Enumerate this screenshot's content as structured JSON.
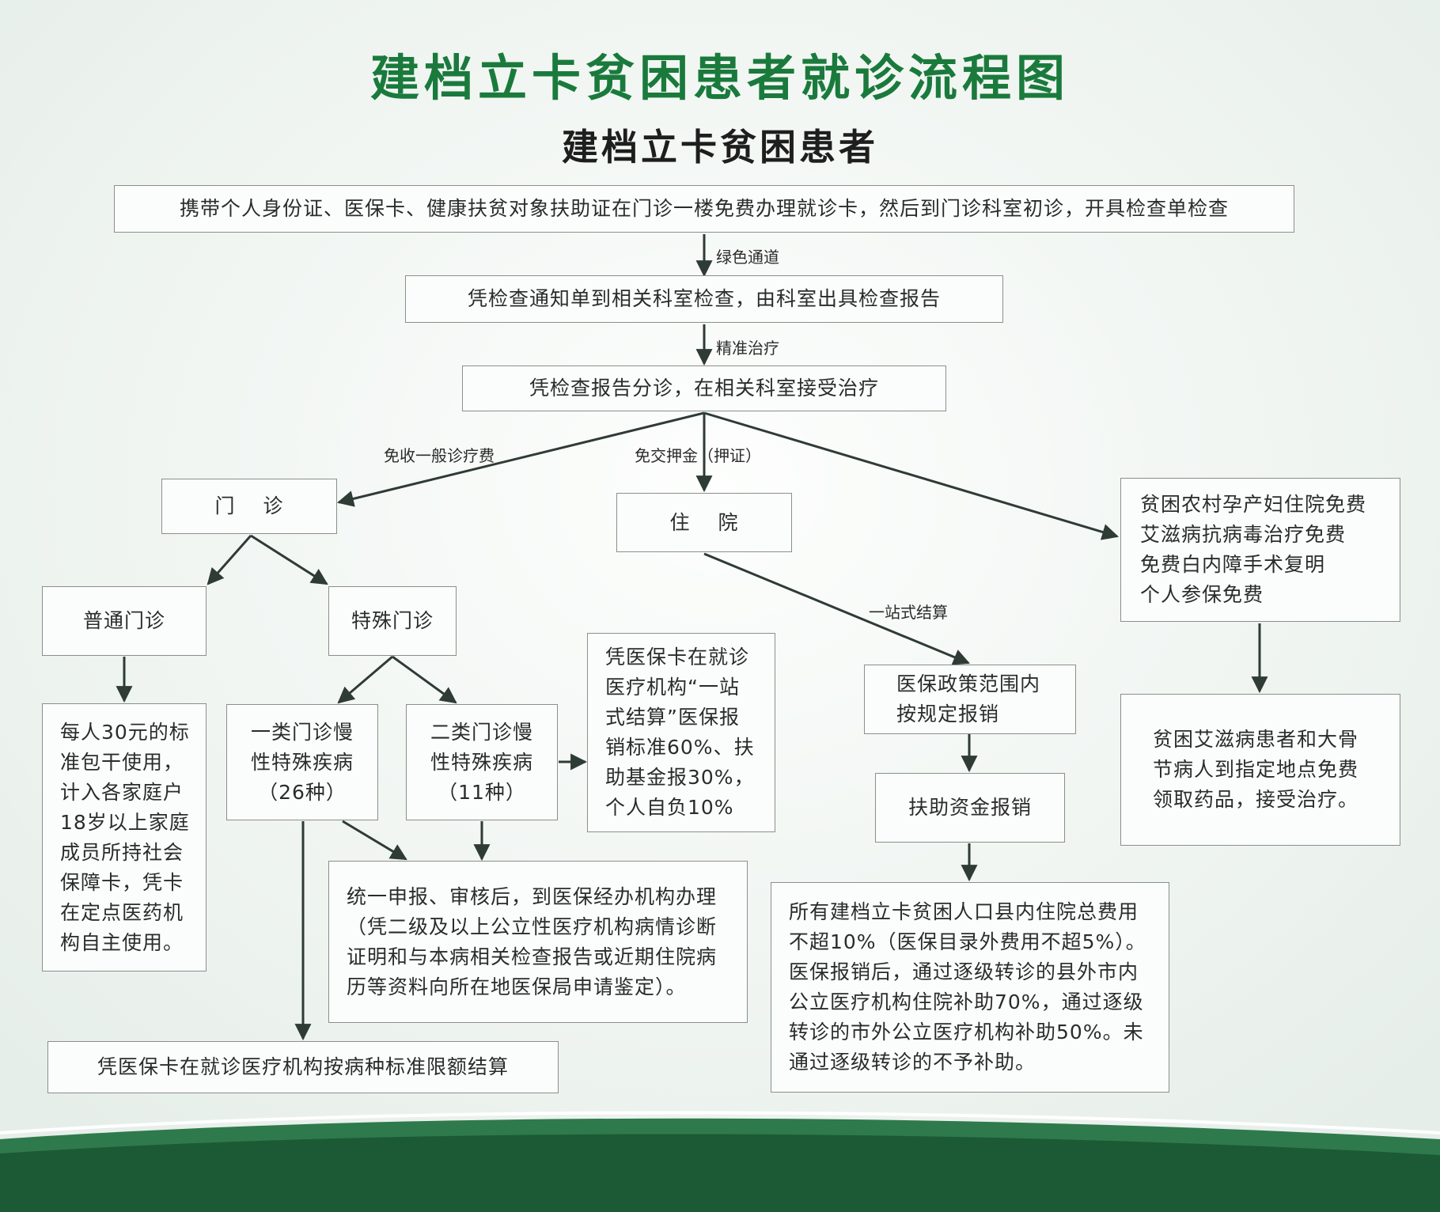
{
  "title": "建档立卡贫困患者就诊流程图",
  "subtitle": "建档立卡贫困患者",
  "colors": {
    "title": "#1a7a3c",
    "arrow": "#2f3b35",
    "box_border": "#8a8f8c",
    "footer_dark": "#1c5a36",
    "footer_mid": "#2f7a4c"
  },
  "nodes": {
    "step1": "携带个人身份证、医保卡、健康扶贫对象扶助证在门诊一楼免费办理就诊卡，然后到门诊科室初诊，开具检查单检查",
    "step2": "凭检查通知单到相关科室检查，由科室出具检查报告",
    "step3": "凭检查报告分诊，在相关科室接受治疗",
    "outpatient": "门　 诊",
    "inpatient": "住　 院",
    "free_services": "贫困农村孕产妇住院免费\n艾滋病抗病毒治疗免费\n免费白内障手术复明\n个人参保免费",
    "general_outpatient": "普通门诊",
    "special_outpatient": "特殊门诊",
    "general_desc": "每人30元的标\n准包干使用，\n计入各家庭户\n18岁以上家庭\n成员所持社会\n保障卡，凭卡\n在定点医药机\n构自主使用。",
    "class1": "一类门诊慢\n性特殊疾病\n（26种）",
    "class2": "二类门诊慢\n性特殊疾病\n（11种）",
    "class2_reimb": "凭医保卡在就诊\n医疗机构“一站\n式结算”医保报\n销标准60%、扶\n助基金报30%，\n个人自负10%",
    "unified_apply": "统一申报、审核后，到医保经办机构办理\n（凭二级及以上公立性医疗机构病情诊断\n证明和与本病相关检查报告或近期住院病\n历等资料向所在地医保局申请鉴定）。",
    "settle": "凭医保卡在就诊医疗机构按病种标准限额结算",
    "policy_reimb": "医保政策范围内\n按规定报销",
    "fund_reimb": "扶助资金报销",
    "hospital_cost": "所有建档立卡贫困人口县内住院总费用\n不超10%（医保目录外费用不超5%）。\n医保报销后，通过逐级转诊的县外市内\n公立医疗机构住院补助70%，通过逐级\n转诊的市外公立医疗机构补助50%。未\n通过逐级转诊的不予补助。",
    "free_drugs": "贫困艾滋病患者和大骨\n节病人到指定地点免费\n领取药品，接受治疗。"
  },
  "edge_labels": {
    "green_channel": "绿色通道",
    "precise_treatment": "精准治疗",
    "free_fee": "免收一般诊疗费",
    "no_deposit": "免交押金（押证）",
    "one_stop": "一站式结算"
  }
}
